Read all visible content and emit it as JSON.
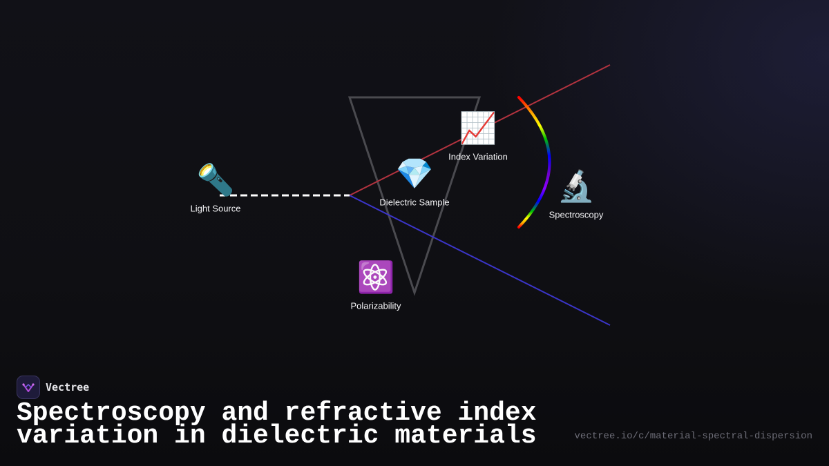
{
  "diagram": {
    "nodes": [
      {
        "id": "light-source",
        "label": "Light Source",
        "icon": "flashlight-icon",
        "glyph": "🔦"
      },
      {
        "id": "dielectric-sample",
        "label": "Dielectric Sample",
        "icon": "gem-icon",
        "glyph": "💎"
      },
      {
        "id": "index-variation",
        "label": "Index Variation",
        "icon": "chart-increasing-icon",
        "glyph": "📈"
      },
      {
        "id": "spectroscopy",
        "label": "Spectroscopy",
        "icon": "microscope-icon",
        "glyph": "🔬"
      },
      {
        "id": "polarizability",
        "label": "Polarizability",
        "icon": "atom-icon",
        "glyph": "⚛️"
      }
    ],
    "colors": {
      "incident_beam": "#ffffff",
      "red_ray": "#b3333f",
      "blue_ray": "#3b35c9",
      "prism_outline": "#4a4a4f",
      "spectrum": [
        "#ff0000",
        "#ffa500",
        "#ffff00",
        "#00c000",
        "#0000ff",
        "#6a00c8",
        "#8b00ff"
      ]
    }
  },
  "footer": {
    "brand_name": "Vectree",
    "brand_icon": "vectree-logo-icon",
    "title": "Spectroscopy and refractive index variation in dielectric materials",
    "url": "vectree.io/c/material-spectral-dispersion"
  }
}
